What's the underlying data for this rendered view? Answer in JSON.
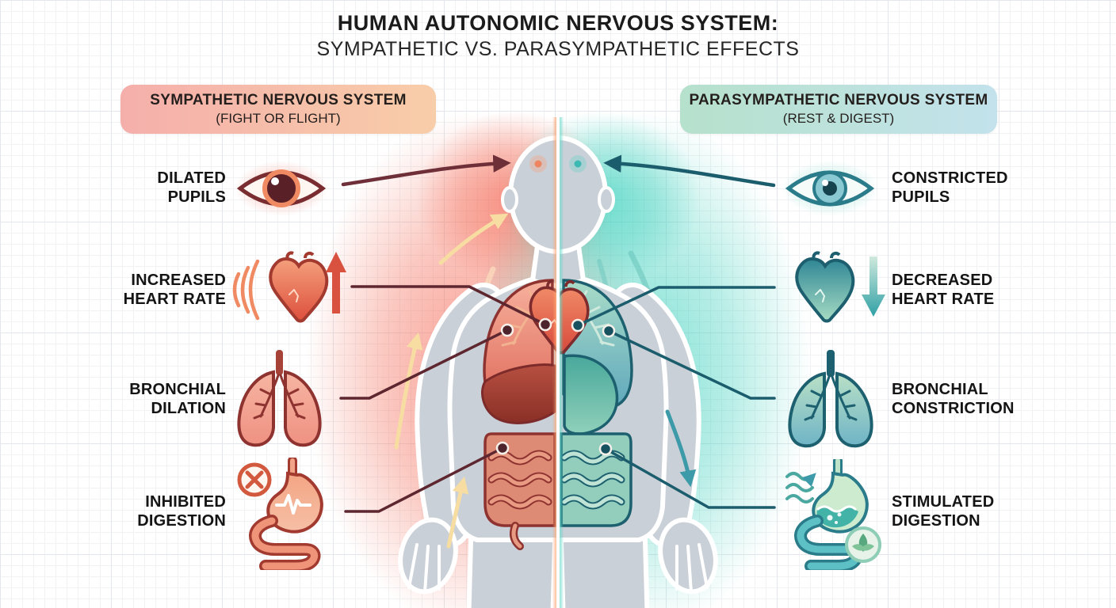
{
  "title": {
    "line1": "HUMAN AUTONOMIC NERVOUS SYSTEM:",
    "line2": "SYMPATHETIC VS. PARASYMPATHETIC EFFECTS"
  },
  "sympathetic": {
    "header_line1": "SYMPATHETIC NERVOUS SYSTEM",
    "header_line2": "(FIGHT OR FLIGHT)",
    "accent_color": "#7a2d31",
    "glow_color": "#f4705c",
    "items": [
      {
        "label": "DILATED\nPUPILS",
        "icon": "dilated-pupil-eye-icon"
      },
      {
        "label": "INCREASED\nHEART RATE",
        "icon": "increased-heart-rate-icon"
      },
      {
        "label": "BRONCHIAL\nDILATION",
        "icon": "dilated-lungs-icon"
      },
      {
        "label": "INHIBITED\nDIGESTION",
        "icon": "inhibited-digestion-stomach-icon"
      }
    ]
  },
  "parasympathetic": {
    "header_line1": "PARASYMPATHETIC NERVOUS SYSTEM",
    "header_line2": "(REST & DIGEST)",
    "accent_color": "#1d5f6e",
    "glow_color": "#3fd0bd",
    "items": [
      {
        "label": "CONSTRICTED\nPUPILS",
        "icon": "constricted-pupil-eye-icon"
      },
      {
        "label": "DECREASED\nHEART RATE",
        "icon": "decreased-heart-rate-icon"
      },
      {
        "label": "BRONCHIAL\nCONSTRICTION",
        "icon": "constricted-lungs-icon"
      },
      {
        "label": "STIMULATED\nDIGESTION",
        "icon": "stimulated-digestion-stomach-icon"
      }
    ]
  }
}
